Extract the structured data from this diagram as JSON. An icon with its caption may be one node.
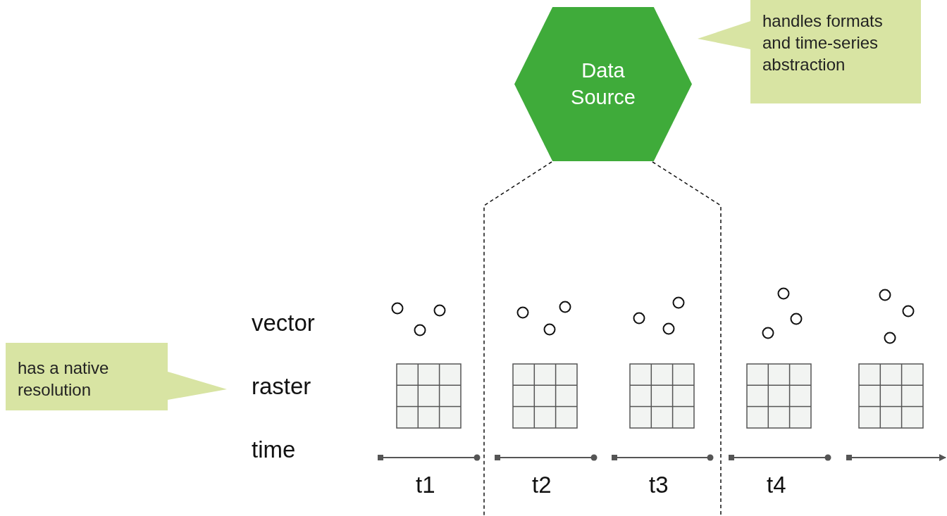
{
  "diagram": {
    "nodes": [
      {
        "text": [
          "Data Source"
        ]
      },
      {
        "text": [
          "handles formats and time-series abstraction"
        ]
      },
      {
        "text": [
          "has a native resolution"
        ]
      },
      {
        "text": [
          "raster"
        ]
      }
    ],
    "edges": [
      {
        "from": 1,
        "to": 0,
        "arrow": "none"
      },
      {
        "from": 2,
        "to": 3,
        "arrow": "none"
      }
    ],
    "labels": [
      "vector",
      "time",
      "t1",
      "t2",
      "t3",
      "t4"
    ]
  }
}
